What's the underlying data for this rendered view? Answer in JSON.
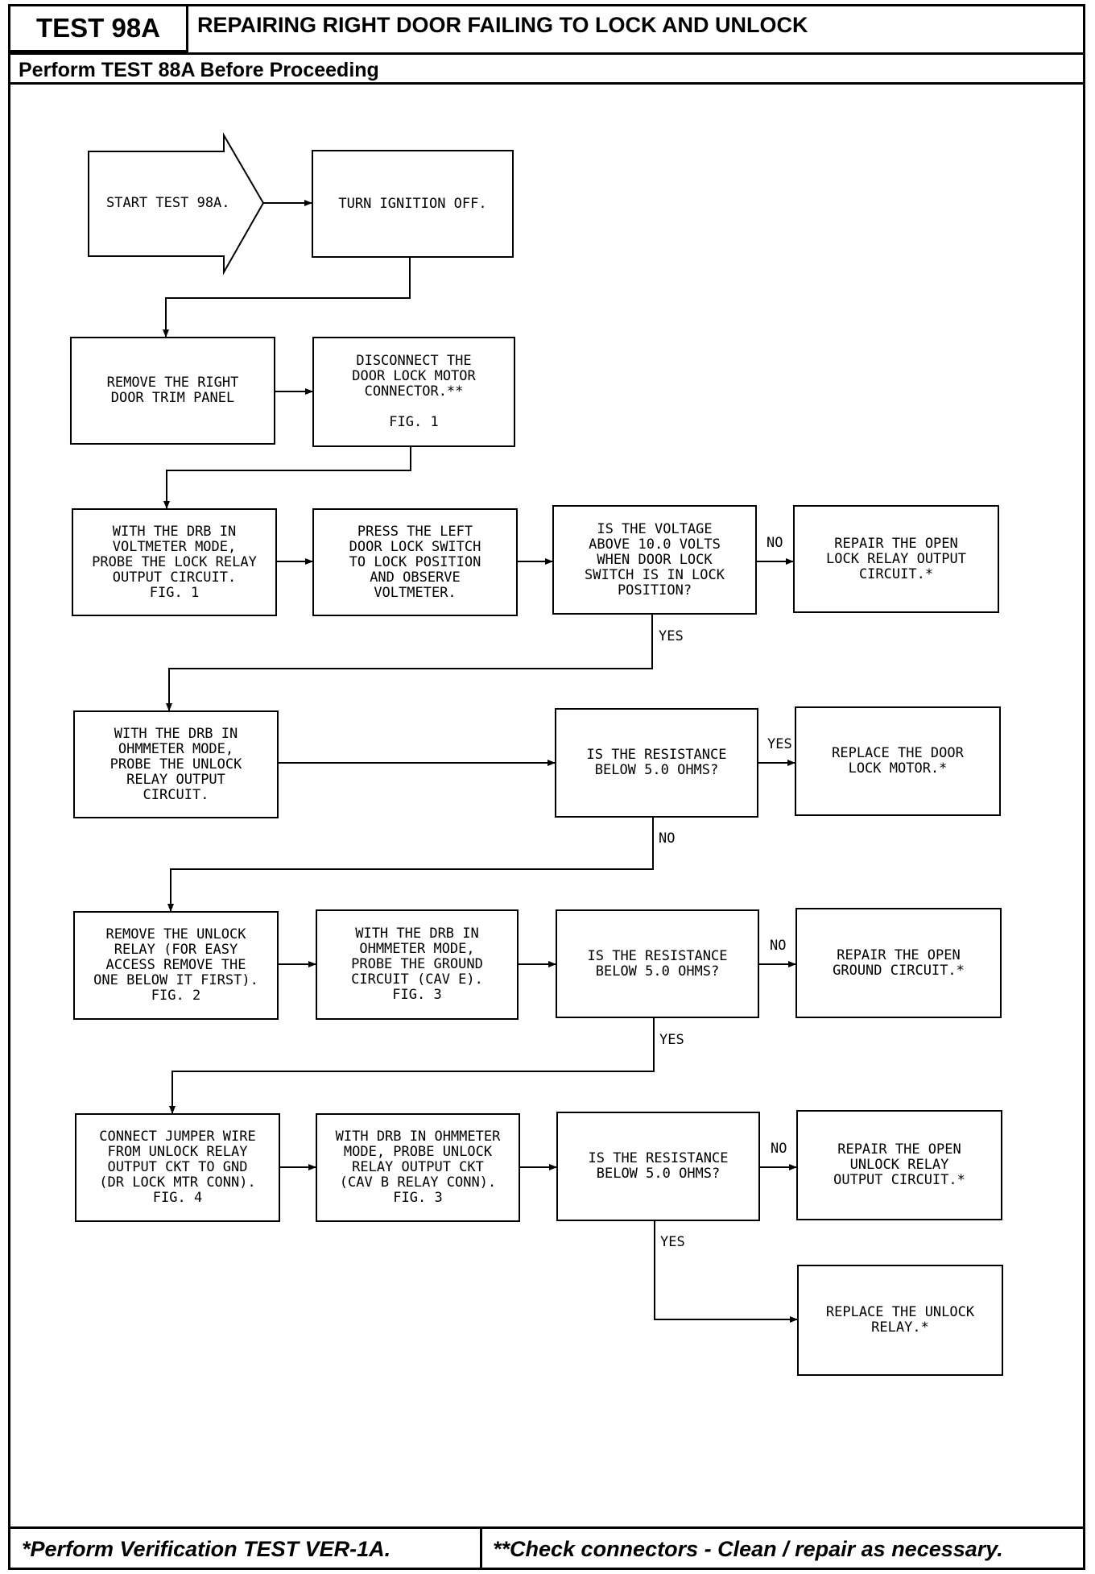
{
  "header": {
    "test_id": "TEST 98A",
    "title": "REPAIRING RIGHT DOOR FAILING TO LOCK AND UNLOCK",
    "prerequisite": "Perform TEST 88A Before Proceeding"
  },
  "flow": {
    "start": "START TEST 98A.",
    "ignition_off": "TURN IGNITION OFF.",
    "remove_trim": "REMOVE THE RIGHT\nDOOR TRIM PANEL",
    "disconnect_motor": "DISCONNECT THE\nDOOR LOCK MOTOR\nCONNECTOR.**\n\nFIG. 1",
    "probe_lock_relay": "WITH THE DRB IN\nVOLTMETER MODE,\nPROBE THE LOCK RELAY\nOUTPUT CIRCUIT.\nFIG. 1",
    "press_switch": "PRESS THE LEFT\nDOOR LOCK SWITCH\nTO LOCK POSITION\nAND OBSERVE\nVOLTMETER.",
    "q_voltage": "IS THE VOLTAGE\nABOVE 10.0 VOLTS\nWHEN DOOR LOCK\nSWITCH IS IN LOCK\nPOSITION?",
    "repair_lock_output": "REPAIR THE OPEN\nLOCK RELAY OUTPUT\nCIRCUIT.*",
    "probe_unlock_relay": "WITH THE DRB IN\nOHMMETER MODE,\nPROBE THE UNLOCK\nRELAY OUTPUT\nCIRCUIT.",
    "q_res_1": "IS THE RESISTANCE\nBELOW 5.0 OHMS?",
    "replace_motor": "REPLACE THE DOOR\nLOCK MOTOR.*",
    "remove_unlock_relay": "REMOVE THE UNLOCK\nRELAY (FOR EASY\nACCESS REMOVE THE\nONE BELOW IT FIRST).\nFIG. 2",
    "probe_ground": "WITH THE DRB IN\nOHMMETER MODE,\nPROBE THE GROUND\nCIRCUIT (CAV E).\nFIG. 3",
    "q_res_2": "IS THE RESISTANCE\nBELOW 5.0 OHMS?",
    "repair_ground": "REPAIR THE OPEN\nGROUND CIRCUIT.*",
    "connect_jumper": "CONNECT JUMPER WIRE\nFROM UNLOCK RELAY\nOUTPUT CKT TO GND\n(DR LOCK MTR CONN).\nFIG. 4",
    "probe_unlock_output": "WITH DRB IN OHMMETER\nMODE, PROBE UNLOCK\nRELAY OUTPUT CKT\n(CAV B RELAY CONN).\nFIG. 3",
    "q_res_3": "IS THE RESISTANCE\nBELOW 5.0 OHMS?",
    "repair_unlock_output": "REPAIR THE OPEN\nUNLOCK RELAY\nOUTPUT CIRCUIT.*",
    "replace_unlock_relay": "REPLACE THE UNLOCK\nRELAY.*"
  },
  "labels": {
    "no_1": "NO",
    "yes_1": "YES",
    "yes_2": "YES",
    "no_2": "NO",
    "no_3": "NO",
    "yes_3": "YES",
    "no_4": "NO",
    "yes_4": "YES"
  },
  "footer": {
    "note_1": "*Perform Verification TEST VER-1A.",
    "note_2": "**Check connectors - Clean / repair as necessary."
  }
}
